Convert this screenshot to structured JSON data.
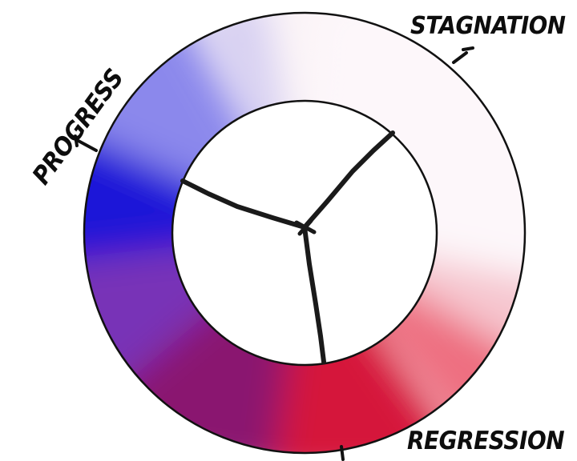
{
  "labels": {
    "stagnation": "STAGNATION",
    "progress": "PROGRESS",
    "regression": "REGRESSION"
  },
  "colors": {
    "progress": "#2a1fd6",
    "stagnation": "#ffffff",
    "regression": "#d8142e",
    "outline": "#111111",
    "background": "#ffffff"
  }
}
